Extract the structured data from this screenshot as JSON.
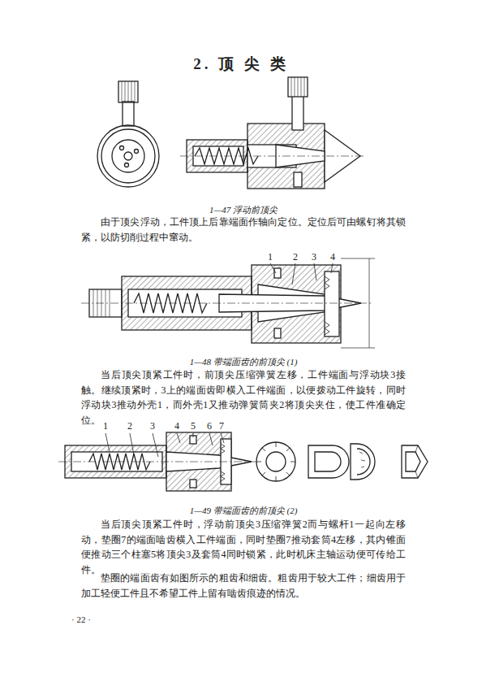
{
  "diagram": {
    "title": "2. 顶 尖 类",
    "labels": [
      "1—47 浮动前顶尖",
      "由于顶尖浮动，工件顶上后靠端面作轴向定位。定位后可由螺钉将其锁紧，以防切削过程中窜动。",
      "1",
      "2",
      "3",
      "4",
      "1—48 带端面齿的前顶尖 (1)",
      "当后顶尖顶紧工件时，前顶尖压缩弹簧左移，工件端面与浮动块3接触。继续顶紧时，3上的端面齿即横入工件端面，以便拨动工件旋转，同时浮动块3推动外壳1，而外壳1又推动弹簧筒夹2将顶尖夹住，使工件准确定位。",
      "1",
      "2",
      "3",
      "4",
      "5",
      "6",
      "7",
      "1—49 带端面齿的前顶尖 (2)",
      "当后顶尖顶紧工件时，浮动前顶尖3压缩弹簧2而与螺杆1一起向左移动，垫圈7的端面啮齿横入工件端面，同时垫圈7推动套筒4左移，其内锥面便推动三个柱塞5将顶尖3及套筒4同时锁紧，此时机床主轴运动便可传给工件。",
      "垫圈的端面齿有如图所示的粗齿和细齿。粗齿用于较大工件；细齿用于加工轻便工件且不希望工件上留有啮齿痕迹的情况。",
      "· 22 ·"
    ]
  }
}
